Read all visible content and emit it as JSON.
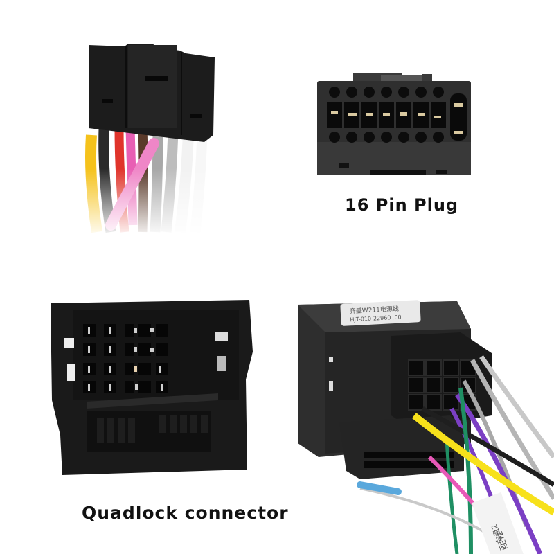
{
  "scene": {
    "description": "Product photo collage of car stereo wiring harness connectors",
    "background_color": "#ffffff"
  },
  "labels": {
    "pin16": "16 Pin Plug",
    "quadlock": "Quadlock connector"
  },
  "photos": [
    {
      "id": "harness-plug-with-wires",
      "position": "top-left",
      "wire_colors": [
        "#f5c21b",
        "#2a2a2a",
        "#e0342b",
        "#e85fb4",
        "#5a3a2a",
        "#a8a8a8",
        "#bdbdbd",
        "#f2f2f2",
        "#ffffff"
      ]
    },
    {
      "id": "16-pin-plug-face",
      "position": "top-right",
      "pins_top_row": 7,
      "pins_bottom_row": 7,
      "side_pins": 2
    },
    {
      "id": "quadlock-connector-face",
      "position": "bottom-left"
    },
    {
      "id": "quadlock-adapter-with-wires",
      "position": "bottom-right",
      "sticker_text_lines": [
        "齐盛W211电源线",
        "HJT-010-22960 .00"
      ],
      "wire_tag_text": [
        "KEY2",
        "方向盘2"
      ],
      "wire_colors": [
        "#f7e11b",
        "#1f1f1f",
        "#7b3fc4",
        "#e858b8",
        "#1f8f63",
        "#b5b5b5",
        "#5aa8dc"
      ]
    }
  ],
  "colors": {
    "plastic_dark": "#1c1c1c",
    "plastic_mid": "#2b2b2b",
    "plastic_grey": "#3a3a3a",
    "contact_gold": "#d9c9a0",
    "text": "#111111"
  }
}
